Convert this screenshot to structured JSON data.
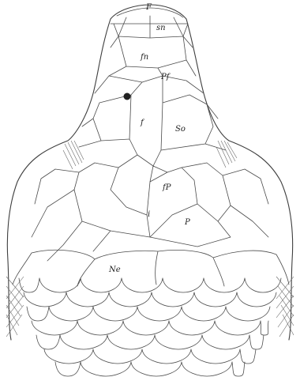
{
  "figure": {
    "labels": {
      "F": "F",
      "sn": "sn",
      "fn": "fn",
      "pf": "Pf",
      "f": "f",
      "so": "So",
      "fp": "fP",
      "i": "i",
      "p": "P",
      "ne": "Ne"
    }
  }
}
